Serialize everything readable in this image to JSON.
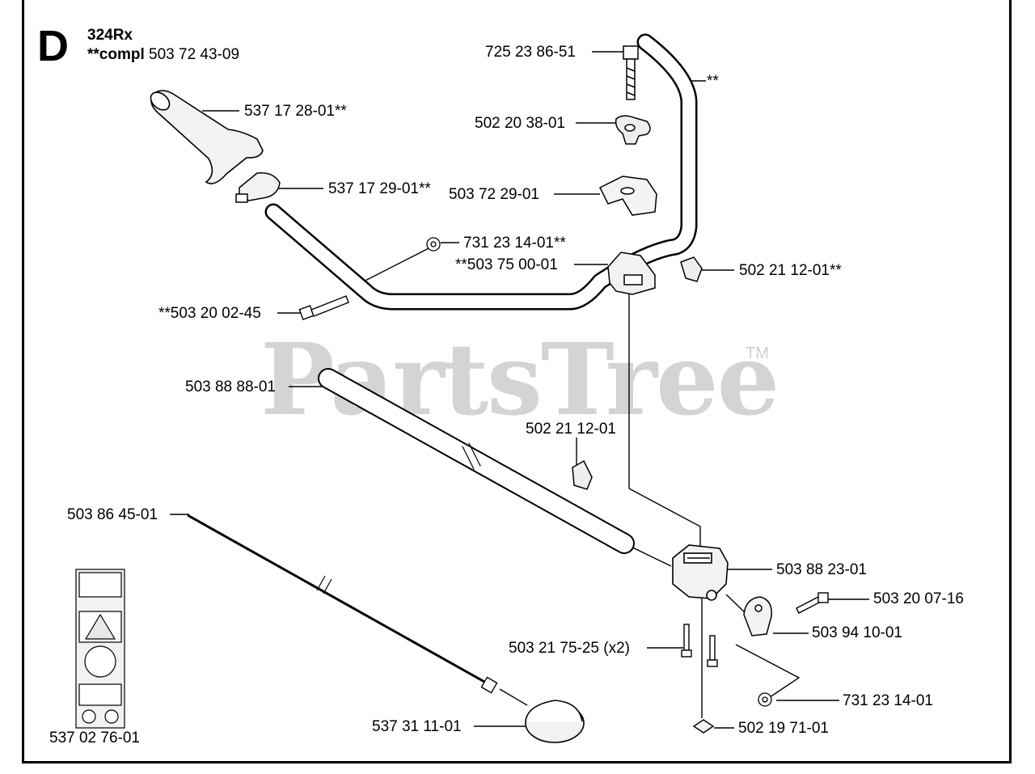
{
  "header": {
    "section_letter": "D",
    "model": "324Rx",
    "compl_prefix": "**compl",
    "compl_number": "503 72 43-09"
  },
  "watermark": {
    "text": "PartsTree",
    "tm": "TM"
  },
  "parts": {
    "bolt_top": "725 23 86-51",
    "handle_note": "**",
    "grip": "537 17 28-01**",
    "wing_nut": "502 20 38-01",
    "grip_clamp": "537 17 29-01**",
    "clamp_cap": "503 72 29-01",
    "nut_left": "731 23 14-01**",
    "handle_bracket": "**503 75 00-01",
    "cable_clip_top": "502 21 12-01**",
    "screw_left": "**503 20 02-45",
    "shaft_tube": "503 88 88-01",
    "cable_clip": "502 21 12-01",
    "drive_shaft": "503 86 45-01",
    "clamp_body": "503 88 23-01",
    "screw_right": "503 20 07-16",
    "clamp_part": "503 94 10-01",
    "screws_x2": "503 21 75-25 (x2)",
    "nut_bottom": "731 23 14-01",
    "cup": "537 31 11-01",
    "plate": "502 19 71-01",
    "decal": "537 02 76-01"
  }
}
